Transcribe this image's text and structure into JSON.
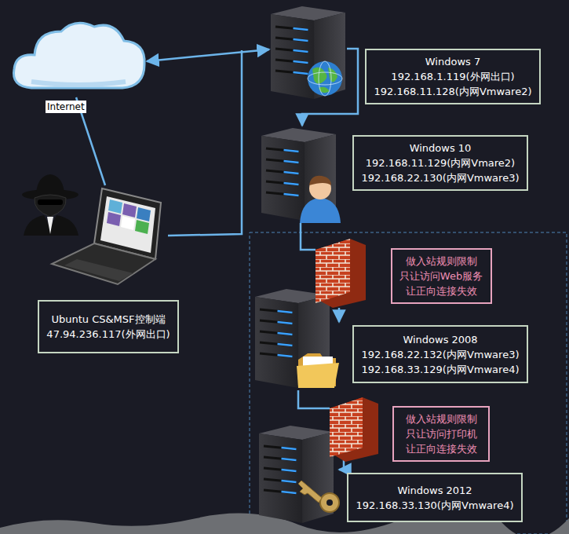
{
  "diagram": {
    "nodes": [
      {
        "text": [
          "Internet"
        ]
      },
      {
        "text": [
          "Ubuntu CS&MSF控制端",
          "47.94.236.117(外网出口)"
        ]
      },
      {
        "text": [
          "Windows 7",
          "192.168.1.119(外网出口)",
          "192.168.11.128(内网Vmware2)"
        ]
      },
      {
        "text": [
          "Windows 10",
          "192.168.11.129(内网Vmare2)",
          "192.168.22.130(内网Vmware3)"
        ]
      },
      {
        "text": [
          "做入站规则限制",
          "只让访问Web服务",
          "让正向连接失效"
        ]
      },
      {
        "text": [
          "Windows 2008",
          "192.168.22.132(内网Vmware3)",
          "192.168.33.129(内网Vmware4)"
        ]
      },
      {
        "text": [
          "做入站规则限制",
          "只让访问打印机",
          "让正向连接失效"
        ]
      },
      {
        "text": [
          "Windows 2012",
          "192.168.33.130(内网Vmware4)"
        ]
      }
    ]
  }
}
